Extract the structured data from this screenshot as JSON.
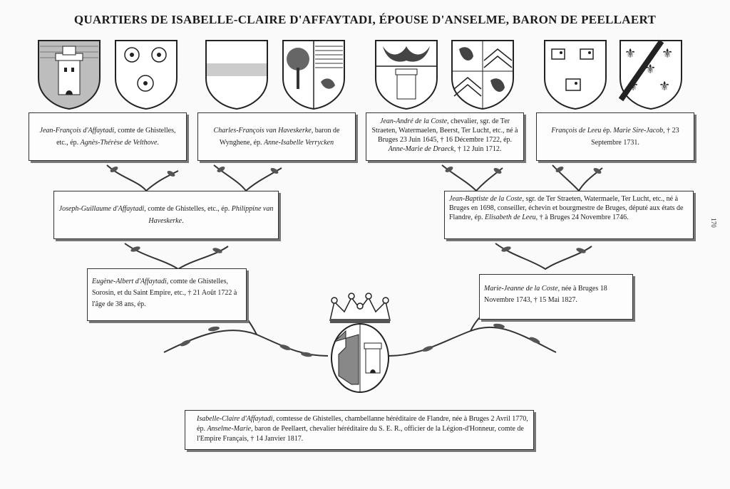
{
  "title": "QUARTIERS DE ISABELLE-CLAIRE D'AFFAYTADI, ÉPOUSE D'ANSELME, BARON DE PEELLAERT",
  "page_number": "170",
  "boxes": {
    "jean_francois": {
      "name": "Jean-François d'Affaytadi",
      "text1": ", comte de Ghistelles, etc., ép. ",
      "spouse": "Agnès-Thérèse de Velthove",
      "text2": "."
    },
    "charles_francois": {
      "name": "Charles-François van Haveskerke",
      "text1": ", baron de Wynghene, ép. ",
      "spouse": "Anne-Isabelle Verrycken",
      "text2": ""
    },
    "jean_andre": {
      "name": "Jean-André de la Coste",
      "text1": ", chevalier, sgr. de Ter Straeten, Watermaelen, Beerst, Ter Lucht, etc., né à Bruges 23 Juin 1645, † 16 Décembre 1722, ép. ",
      "spouse": "Anne-Marie de Draeck",
      "text2": ", † 12 Juin 1712."
    },
    "francois_leeu": {
      "name": "François de Leeu",
      "text1": " ép. ",
      "spouse": "Marie Sire-Jacob",
      "text2": ", † 23 Septembre 1731."
    },
    "joseph_guillaume": {
      "name": "Joseph-Guillaume d'Affaytadi",
      "text1": ", comte de Ghistelles, etc., ép. ",
      "spouse": "Philippine van Haveskerke",
      "text2": "."
    },
    "jean_baptiste": {
      "name": "Jean-Baptiste de la Coste",
      "text1": ", sgr. de Ter Straeten, Watermaele, Ter Lucht, etc., né à Bruges en 1698, conseiller, échevin et bourgmestre de Bruges, député aux états de Flandre, ép. ",
      "spouse": "Elisabeth de Leeu",
      "text2": ", † à Bruges 24 Novembre 1746."
    },
    "eugene_albert": {
      "name": "Eugène-Albert d'Affaytadi",
      "text1": ", comte de Ghistelles, Sorosin, et du Saint Empire, etc., † 21 Août 1722 à l'âge de 38 ans, ép.",
      "spouse": "",
      "text2": ""
    },
    "marie_jeanne": {
      "name": "Marie-Jeanne de la Coste",
      "text1": ", née à Bruges 18 Novembre 1743, † 15 Mai 1827.",
      "spouse": "",
      "text2": ""
    },
    "isabelle_claire": {
      "name": "Isabelle-Claire d'Affaytadi",
      "text1": ", comtesse de Ghistelles, chambellanne héréditaire de Flandre, née à Bruges 2 Avril 1770, ép. ",
      "spouse": "Anselme-Marie",
      "text2": ", baron de Peellaert, chevalier héréditaire du S. E. R., officier de la Légion-d'Honneur, comte de l'Empire Français, † 14 Janvier 1817."
    }
  },
  "shields": [
    "affaytadi-tower",
    "ghistelles-roses",
    "haveskerke-fess",
    "verrycken-tree",
    "la-coste-eagle-tower",
    "draeck-lions-chevrons",
    "leeu-lion-heads",
    "sire-jacob-fleurs-de-lis"
  ]
}
